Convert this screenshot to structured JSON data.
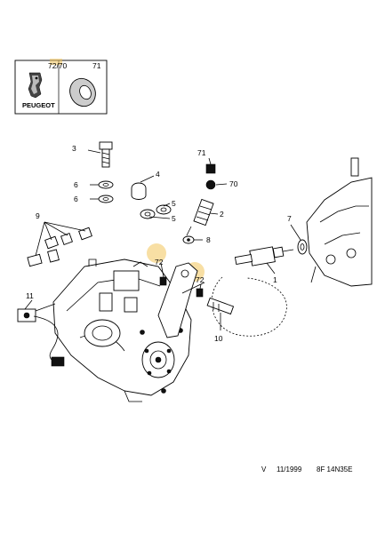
{
  "inset": {
    "brand": "PEUGEOT",
    "part_number": "71",
    "overlap_number": "72/70"
  },
  "callouts": {
    "c1": "1",
    "c2": "2",
    "c3": "3",
    "c4": "4",
    "c5": "5",
    "c5b": "5",
    "c6": "6",
    "c6b": "6",
    "c7": "7",
    "c8": "8",
    "c9": "9",
    "c10": "10",
    "c11": "11",
    "c70": "70",
    "c71": "71",
    "c72": "72",
    "c72b": "72"
  },
  "footer": {
    "revision": "V",
    "date": "11/1999",
    "reference": "8F 14N35E"
  },
  "colors": {
    "highlight": "#f2c45a",
    "ink": "#000000"
  }
}
